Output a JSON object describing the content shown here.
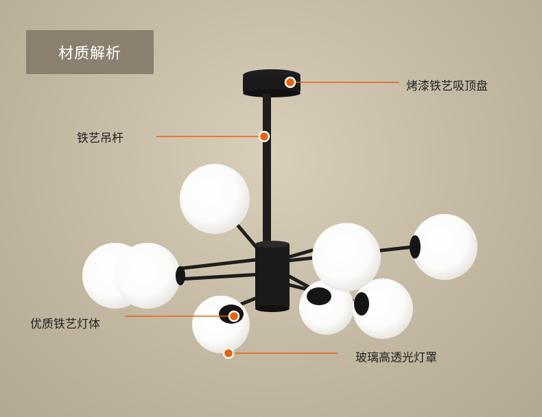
{
  "title": "材质解析",
  "annotations": {
    "canopy": "烤漆铁艺吸顶盘",
    "rod": "铁艺吊杆",
    "body": "优质铁艺灯体",
    "shade": "玻璃高透光灯罩"
  },
  "colors": {
    "accent_dot": "#e8620c",
    "leader_line": "#e8620c",
    "title_bg": "#8b806f",
    "metal": "#1e1e1e",
    "glass": "#ffffff"
  }
}
